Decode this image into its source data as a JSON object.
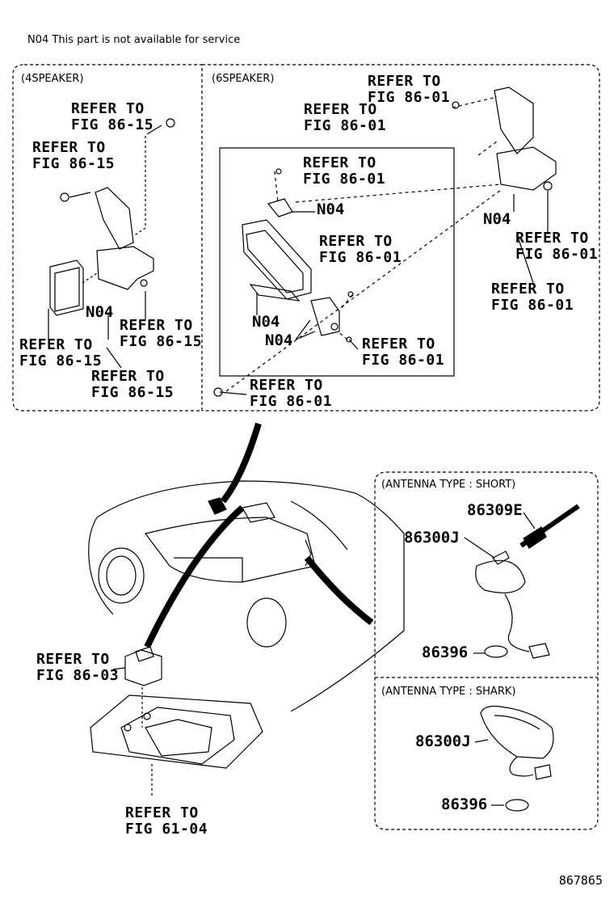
{
  "note": "N04 This part is not available for service",
  "panels": {
    "four_speaker": "(4SPEAKER)",
    "six_speaker": "(6SPEAKER)",
    "antenna_short": "(ANTENNA TYPE : SHORT)",
    "antenna_shark": "(ANTENNA TYPE : SHARK)"
  },
  "refer": "REFER TO",
  "figs": {
    "f8615": "FIG 86-15",
    "f8601": "FIG 86-01",
    "f8603": "FIG 86-03",
    "f6104": "FIG 61-04"
  },
  "part_codes": {
    "n04": "N04",
    "p86309e": "86309E",
    "p86300j": "86300J",
    "p86396": "86396"
  },
  "figure_number": "867865"
}
